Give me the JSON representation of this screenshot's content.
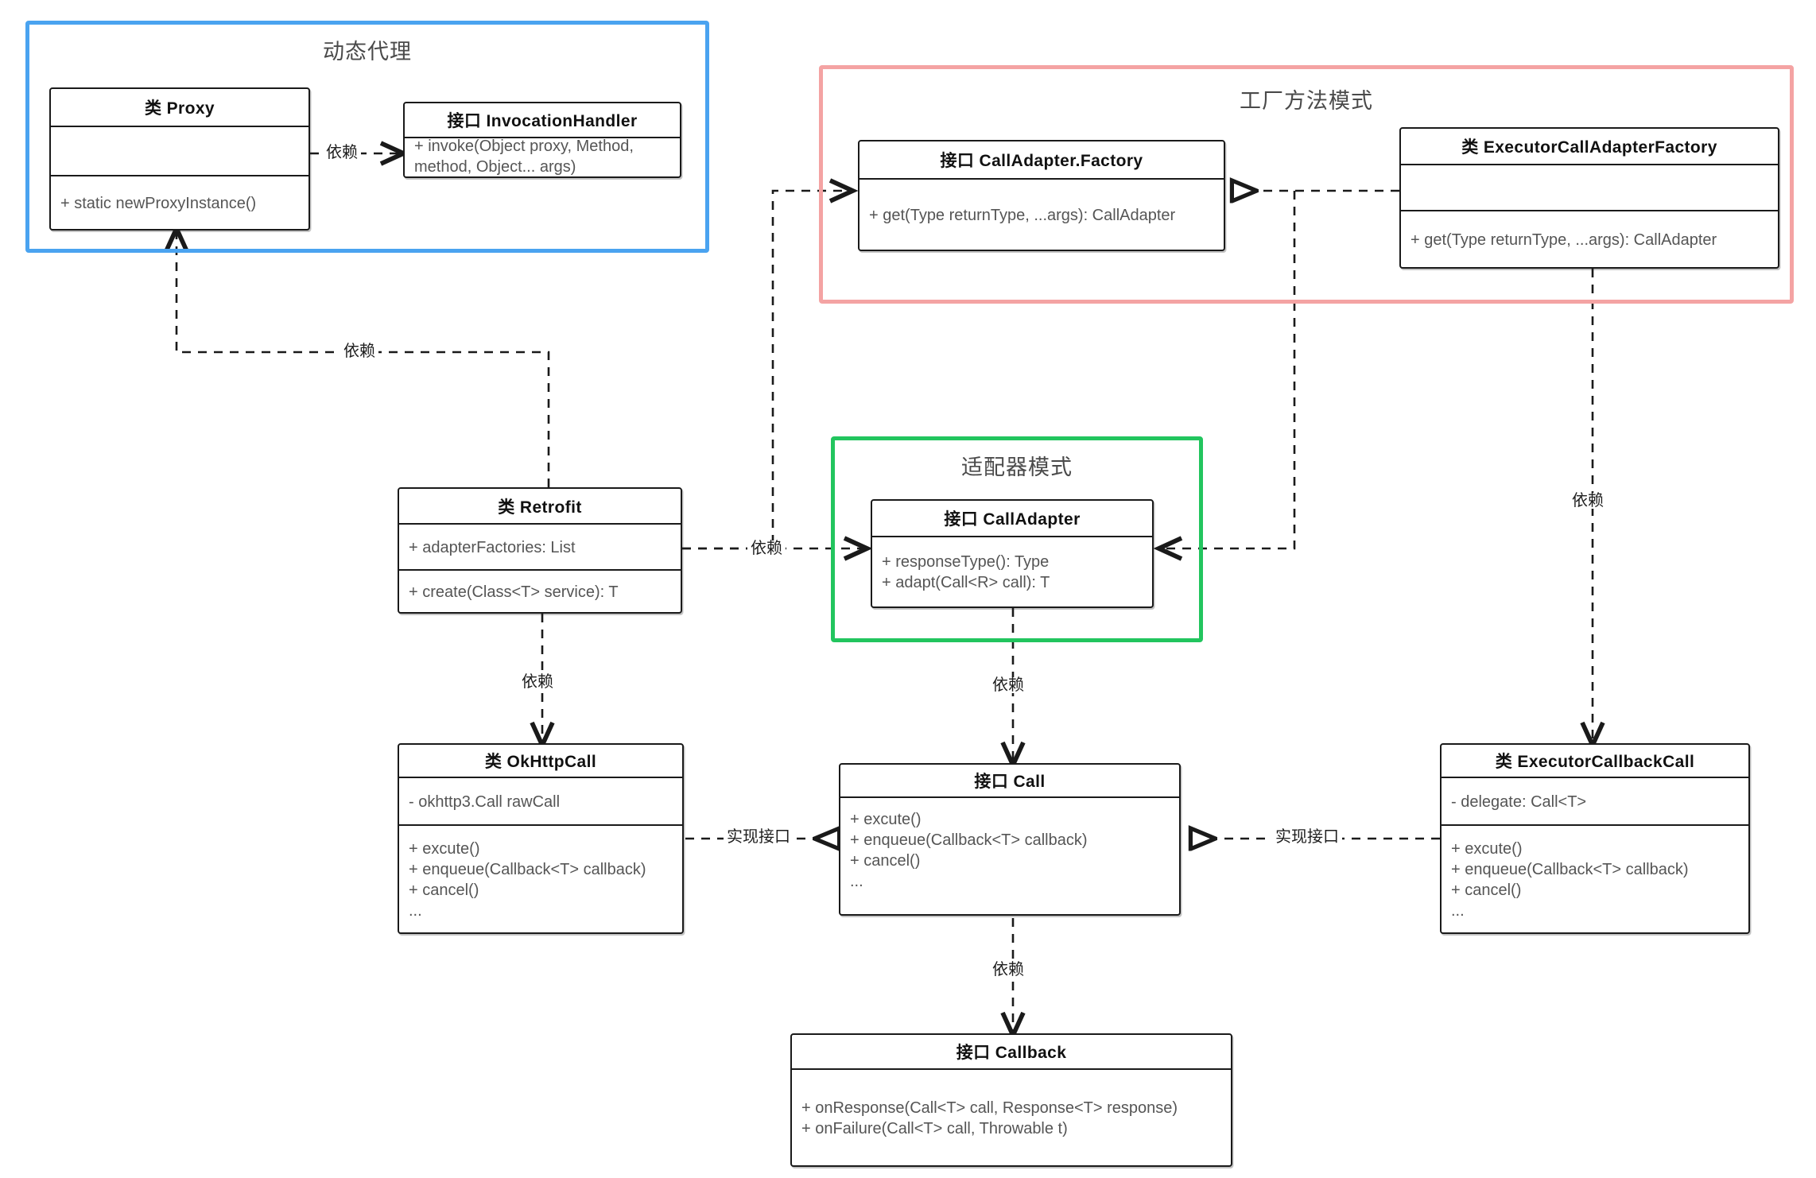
{
  "diagram": {
    "title_kind": "uml-class-diagram",
    "groups": [
      {
        "id": "dynamic-proxy",
        "label": "动态代理",
        "color": "#4aa3f0"
      },
      {
        "id": "factory-method",
        "label": "工厂方法模式",
        "color": "#f4a3a3"
      },
      {
        "id": "adapter",
        "label": "适配器模式",
        "color": "#22c55e"
      }
    ],
    "classes": [
      {
        "id": "proxy",
        "stereotype": "类",
        "name": "Proxy",
        "title": "类 Proxy",
        "attributes": [],
        "methods": [
          "+ static newProxyInstance()"
        ]
      },
      {
        "id": "invocation-handler",
        "stereotype": "接口",
        "name": "InvocationHandler",
        "title": "接口 InvocationHandler",
        "attributes": [],
        "methods": [
          "+ invoke(Object proxy, Method,",
          "method, Object... args)"
        ]
      },
      {
        "id": "calladapter-factory",
        "stereotype": "接口",
        "name": "CallAdapter.Factory",
        "title": "接口 CallAdapter.Factory",
        "attributes": [],
        "methods": [
          "+ get(Type returnType, ...args): CallAdapter"
        ]
      },
      {
        "id": "executor-calladapter-factory",
        "stereotype": "类",
        "name": "ExecutorCallAdapterFactory",
        "title": "类 ExecutorCallAdapterFactory",
        "attributes": [],
        "methods": [
          "+ get(Type returnType, ...args): CallAdapter"
        ]
      },
      {
        "id": "retrofit",
        "stereotype": "类",
        "name": "Retrofit",
        "title": "类 Retrofit",
        "attributes": [
          "+ adapterFactories: List"
        ],
        "methods": [
          "+ create(Class<T> service): T"
        ]
      },
      {
        "id": "calladapter",
        "stereotype": "接口",
        "name": "CallAdapter",
        "title": "接口 CallAdapter",
        "attributes": [],
        "methods": [
          "+ responseType(): Type",
          "+ adapt(Call<R> call): T"
        ]
      },
      {
        "id": "okhttpcall",
        "stereotype": "类",
        "name": "OkHttpCall",
        "title": "类 OkHttpCall",
        "attributes": [
          "- okhttp3.Call rawCall"
        ],
        "methods": [
          "+ excute()",
          "+ enqueue(Callback<T> callback)",
          "+ cancel()",
          "..."
        ]
      },
      {
        "id": "call",
        "stereotype": "接口",
        "name": "Call",
        "title": "接口 Call",
        "attributes": [],
        "methods": [
          "+ excute()",
          "+ enqueue(Callback<T> callback)",
          "+ cancel()",
          "..."
        ]
      },
      {
        "id": "executor-callback-call",
        "stereotype": "类",
        "name": "ExecutorCallbackCall",
        "title": "类 ExecutorCallbackCall",
        "attributes": [
          "- delegate: Call<T>"
        ],
        "methods": [
          "+ excute()",
          "+ enqueue(Callback<T> callback)",
          "+ cancel()",
          "..."
        ]
      },
      {
        "id": "callback",
        "stereotype": "接口",
        "name": "Callback",
        "title": "接口 Callback",
        "attributes": [],
        "methods": [
          "+ onResponse(Call<T> call, Response<T> response)",
          "+ onFailure(Call<T> call, Throwable t)"
        ]
      }
    ],
    "edges": [
      {
        "id": "proxy-to-handler",
        "from": "proxy",
        "to": "invocation-handler",
        "label": "依赖",
        "kind": "dependency"
      },
      {
        "id": "retrofit-to-proxy",
        "from": "retrofit",
        "to": "proxy",
        "label": "依赖",
        "kind": "dependency"
      },
      {
        "id": "retrofit-to-factory",
        "from": "retrofit",
        "to": "calladapter-factory",
        "label": "依赖",
        "kind": "dependency"
      },
      {
        "id": "retrofit-to-calladapter",
        "from": "retrofit",
        "to": "calladapter",
        "label": "依赖",
        "kind": "dependency"
      },
      {
        "id": "ecaf-to-factory",
        "from": "executor-calladapter-factory",
        "to": "calladapter-factory",
        "label": "",
        "kind": "realization"
      },
      {
        "id": "ecaf-to-calladapter",
        "from": "executor-calladapter-factory",
        "to": "calladapter",
        "label": "",
        "kind": "dependency"
      },
      {
        "id": "ecaf-to-ecc",
        "from": "executor-calladapter-factory",
        "to": "executor-callback-call",
        "label": "依赖",
        "kind": "dependency"
      },
      {
        "id": "retrofit-to-okhttpcall",
        "from": "retrofit",
        "to": "okhttpcall",
        "label": "依赖",
        "kind": "dependency"
      },
      {
        "id": "calladapter-to-call",
        "from": "calladapter",
        "to": "call",
        "label": "依赖",
        "kind": "dependency"
      },
      {
        "id": "okhttpcall-to-call",
        "from": "okhttpcall",
        "to": "call",
        "label": "实现接口",
        "kind": "realization"
      },
      {
        "id": "ecc-to-call",
        "from": "executor-callback-call",
        "to": "call",
        "label": "实现接口",
        "kind": "realization"
      },
      {
        "id": "call-to-callback",
        "from": "call",
        "to": "callback",
        "label": "依赖",
        "kind": "dependency"
      }
    ],
    "labels": {
      "dep_proxy_handler": "依赖",
      "dep_retrofit_proxy": "依赖",
      "dep_retrofit_adapter": "依赖",
      "dep_retrofit_okhttp": "依赖",
      "dep_calladapter_call": "依赖",
      "dep_call_callback": "依赖",
      "dep_ecaf_ecc": "依赖",
      "impl_okhttp_call": "实现接口",
      "impl_ecc_call": "实现接口"
    }
  }
}
